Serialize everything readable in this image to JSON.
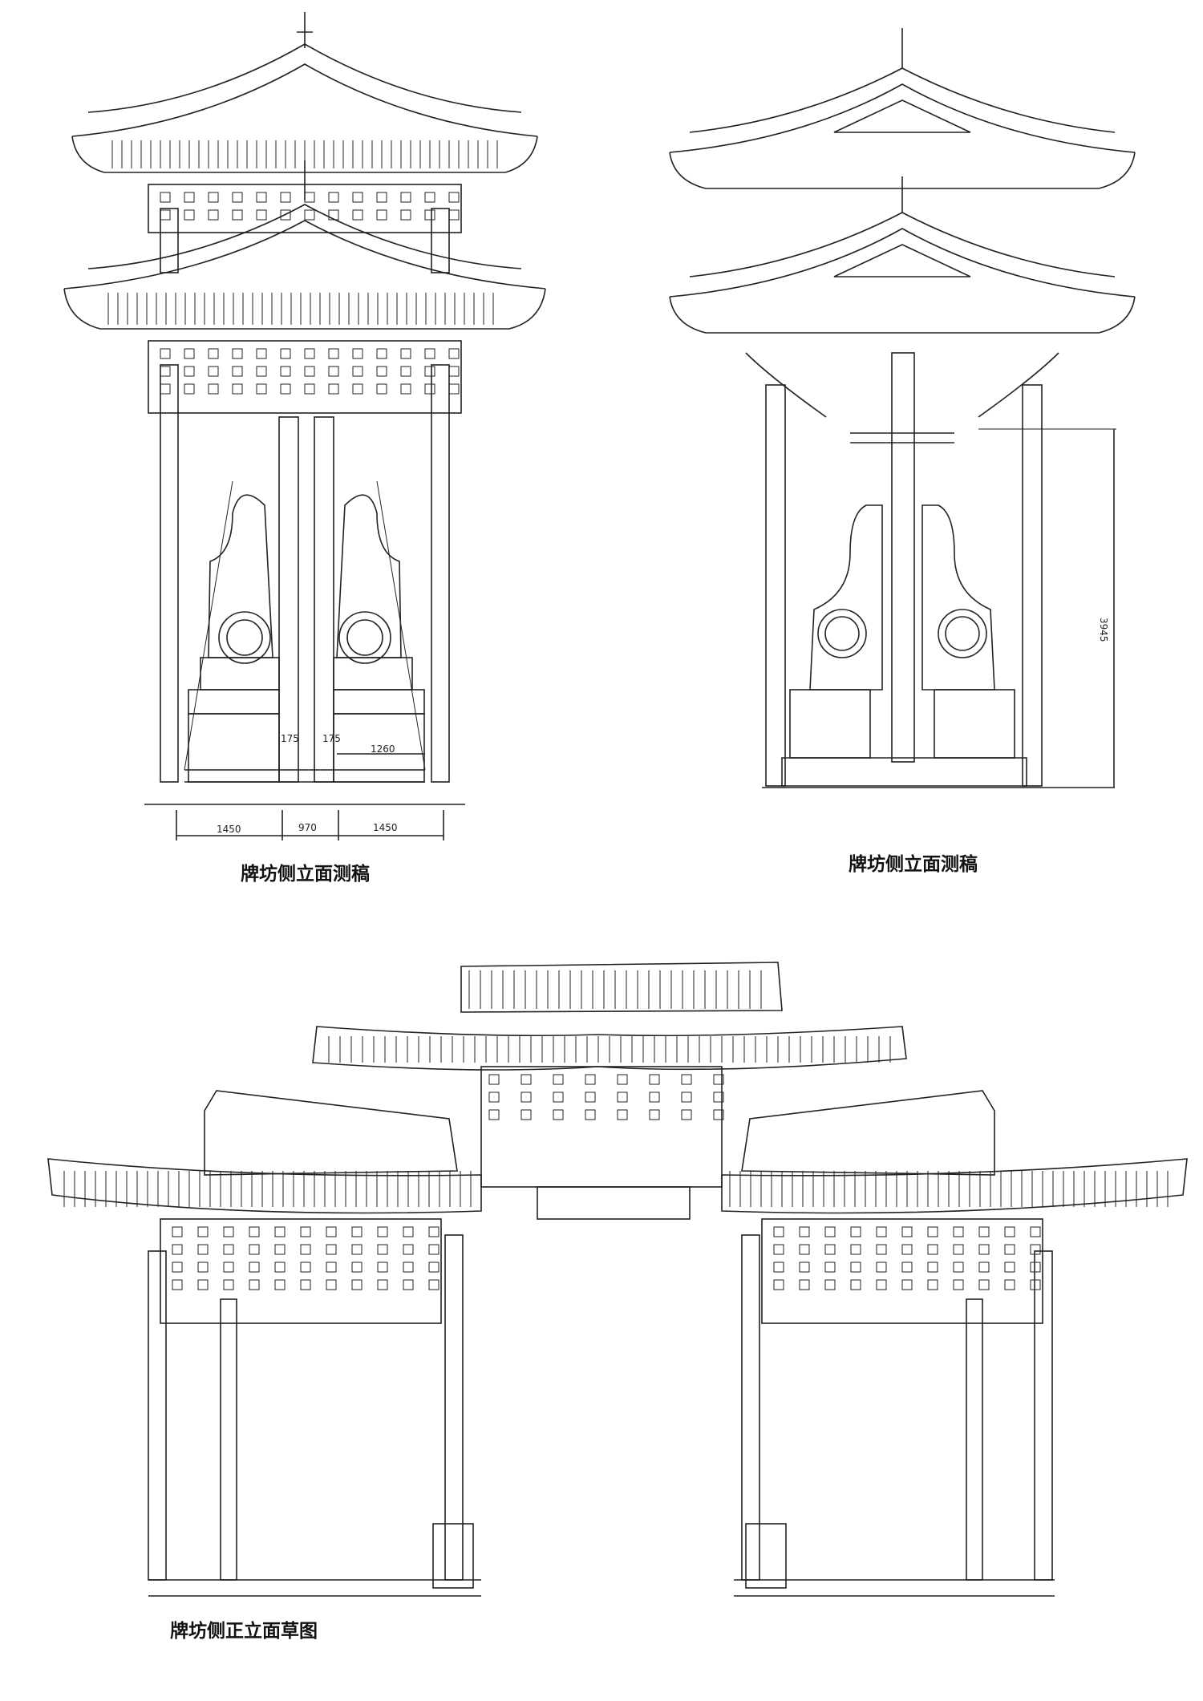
{
  "drawings": [
    {
      "caption": "牌坊侧立面测稿",
      "dimensions": {
        "bay_left": "1450",
        "bay_center": "970",
        "bay_right": "1450",
        "post_left": "175",
        "post_right": "175",
        "base_width": "1260"
      }
    },
    {
      "caption": "牌坊侧立面测稿",
      "dimensions": {
        "height": "3945"
      }
    },
    {
      "caption": "牌坊侧正立面草图"
    }
  ],
  "colors": {
    "line": "#222222",
    "background": "#ffffff"
  }
}
